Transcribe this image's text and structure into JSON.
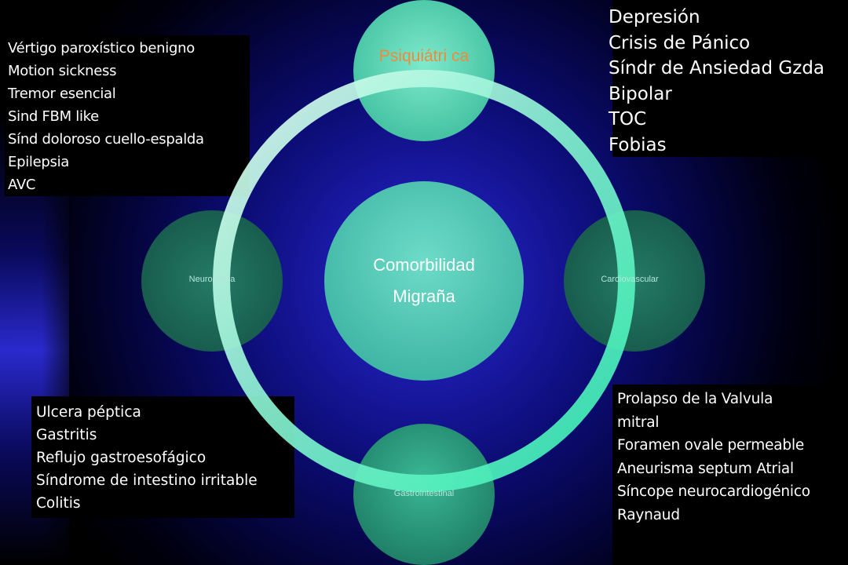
{
  "center": {
    "line1": "Comorbilidad",
    "line2": "Migraña"
  },
  "nodes": {
    "top": "Psiquiátri ca",
    "left": "Neurológica",
    "right": "Cardiovascular",
    "bottom": "Gastrointestinal"
  },
  "lists": {
    "neurological": [
      "Vértigo paroxístico benigno",
      "Motion sickness",
      "Tremor esencial",
      "Sind FBM  like",
      "Sínd doloroso cuello-espalda",
      "Epilepsia",
      "AVC"
    ],
    "psychiatric": [
      "Depresión",
      "Crisis de Pánico",
      "Síndr de Ansiedad Gzda",
      "Bipolar",
      "TOC",
      "Fobias"
    ],
    "gastrointestinal": [
      "Ulcera péptica",
      "Gastritis",
      "Reflujo gastroesofágico",
      "Síndrome de intestino irritable",
      "Colitis"
    ],
    "cardiovascular": [
      "Prolapso de la Valvula",
      "mitral",
      "Foramen ovale permeable",
      "Aneurisma septum Atrial",
      "Síncope neurocardiogénico",
      "Raynaud"
    ]
  },
  "colors": {
    "background": "#000000",
    "glow": "#2a2ad0",
    "ring": "#7ff5d6",
    "node_top": "#5ed8b6",
    "node_side": "#1f6e5c",
    "node_center": "#5ad0bc",
    "top_label": "#f08a3a",
    "text": "#ffffff"
  }
}
